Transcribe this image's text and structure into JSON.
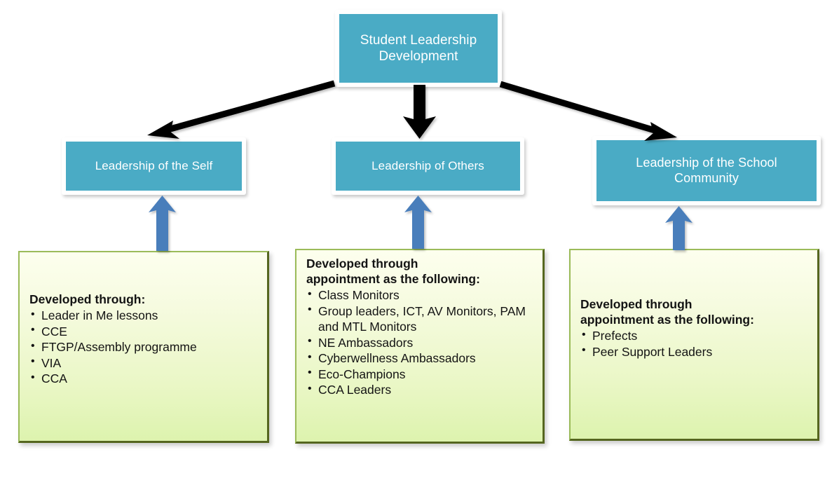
{
  "diagram": {
    "title": "Student Leadership Development",
    "colors": {
      "teal": "#4aabc5",
      "green_light": "#fdffee",
      "green_dark": "#ddf3ae",
      "green_border": "#9bbb59",
      "arrow_black": "#000000",
      "arrow_blue": "#4a7ebb"
    },
    "root": {
      "label": "Student Leadership\nDevelopment"
    },
    "branches": [
      {
        "key": "self",
        "label": "Leadership of the Self",
        "detail": {
          "heading": "Developed through:",
          "items": [
            "Leader in Me lessons",
            "CCE",
            "FTGP/Assembly programme",
            "VIA",
            "CCA"
          ]
        }
      },
      {
        "key": "others",
        "label": "Leadership of Others",
        "detail": {
          "heading": "Developed through\nappointment as the following:",
          "items": [
            "Class Monitors",
            "Group leaders, ICT, AV Monitors, PAM and MTL Monitors",
            "NE Ambassadors",
            "Cyberwellness Ambassadors",
            "Eco-Champions",
            "CCA Leaders"
          ]
        }
      },
      {
        "key": "school",
        "label": "Leadership of the School\nCommunity",
        "detail": {
          "heading": "Developed through\nappointment as the following:",
          "items": [
            "Prefects",
            "Peer Support Leaders"
          ]
        }
      }
    ],
    "connectors": {
      "root_to_self": "arrow-down-left",
      "root_to_others": "arrow-down",
      "root_to_school": "arrow-down-right",
      "detail_to_self": "arrow-up",
      "detail_to_others": "arrow-up",
      "detail_to_school": "arrow-up"
    }
  }
}
